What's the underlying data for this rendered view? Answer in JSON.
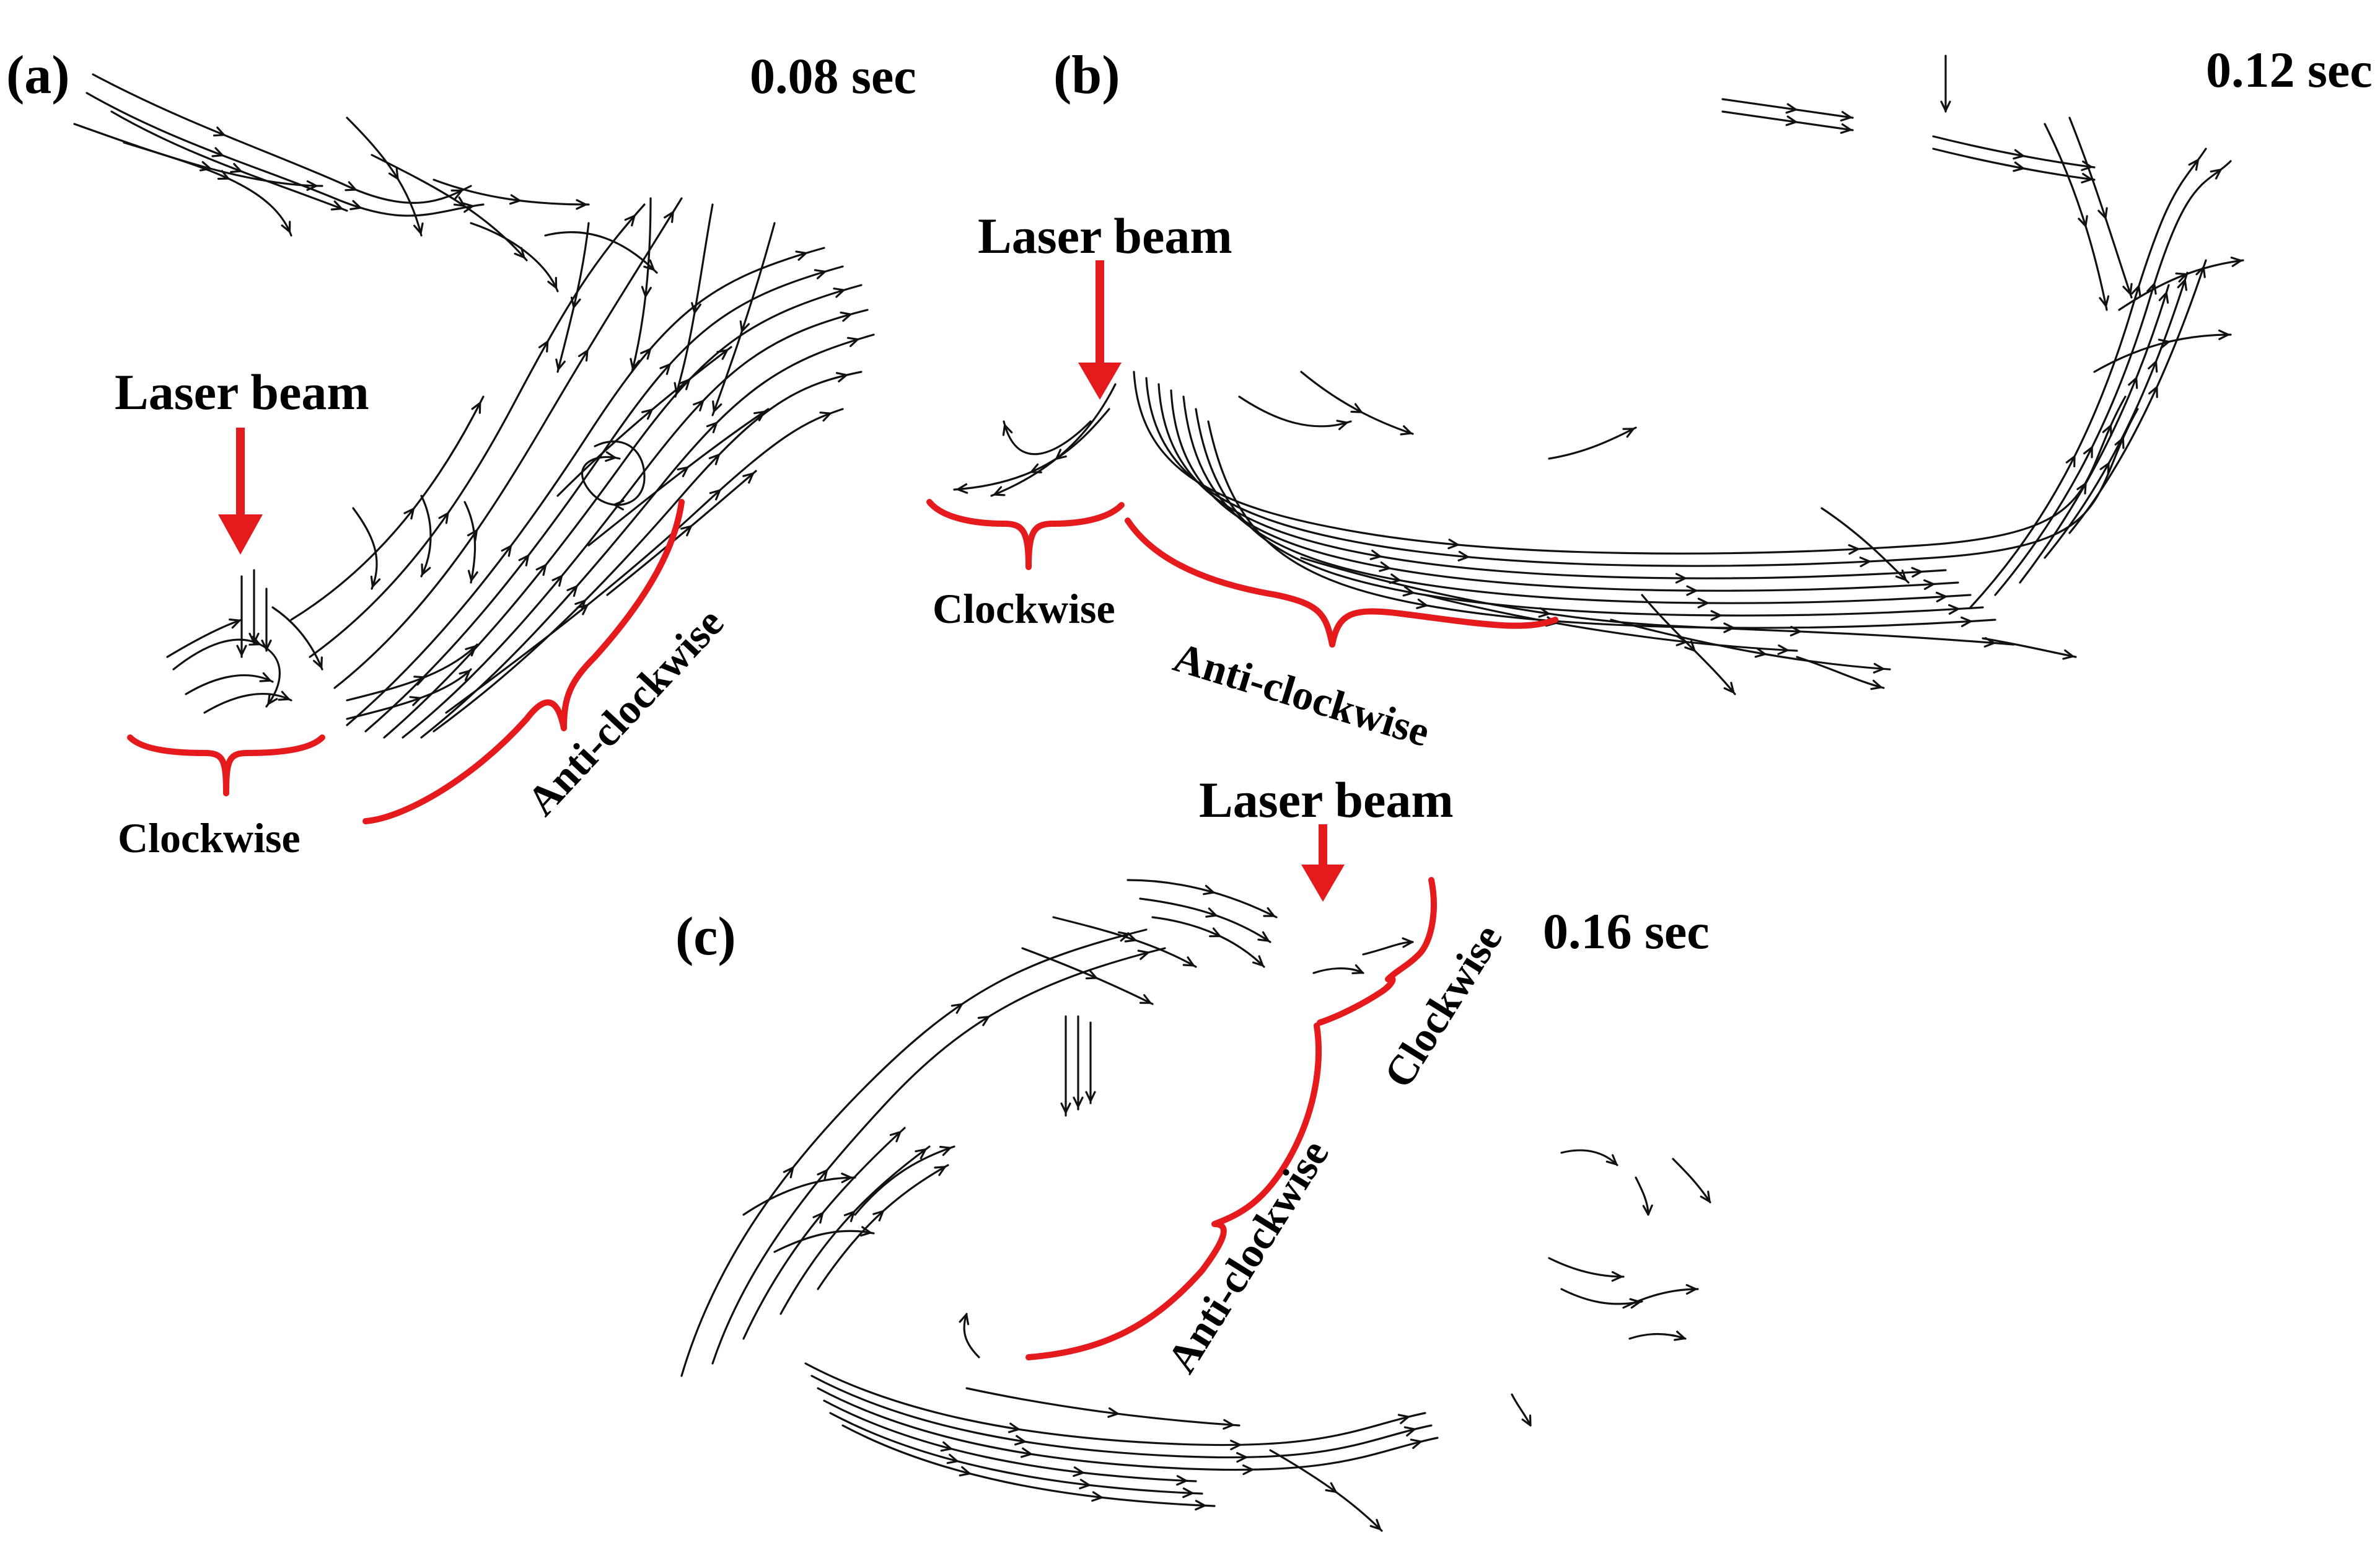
{
  "panels": {
    "a": {
      "label": "(a)",
      "time": "0.08 sec",
      "laser": "Laser beam",
      "cw": "Clockwise",
      "acw": "Anti-clockwise"
    },
    "b": {
      "label": "(b)",
      "time": "0.12 sec",
      "laser": "Laser beam",
      "cw": "Clockwise",
      "acw": "Anti-clockwise"
    },
    "c": {
      "label": "(c)",
      "time": "0.16 sec",
      "laser": "Laser beam",
      "cw": "Clockwise",
      "acw": "Anti-clockwise"
    }
  },
  "colors": {
    "annotation": "#e41a1c",
    "streamline": "#111111",
    "background": "#ffffff"
  }
}
